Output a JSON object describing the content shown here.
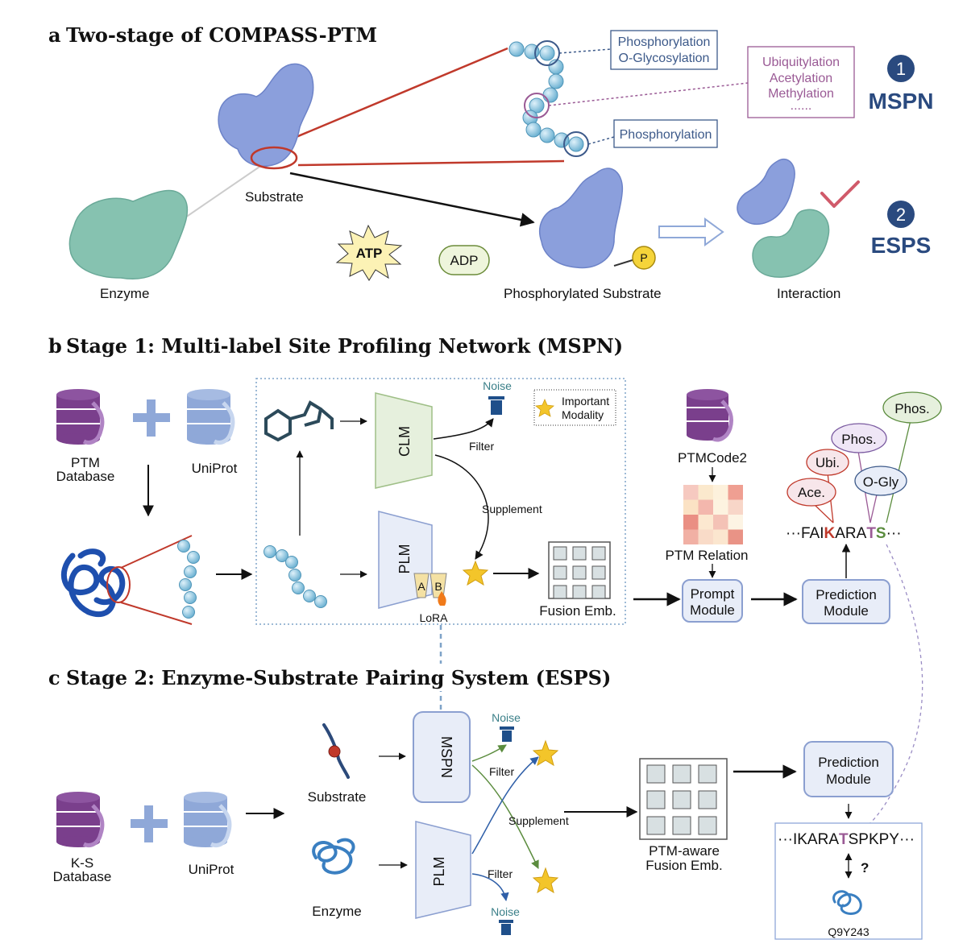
{
  "panel_a": {
    "letter": "a",
    "title": "Two-stage of COMPASS-PTM",
    "substrate": "Substrate",
    "enzyme": "Enzyme",
    "phosphorylated_substrate": "Phosphorylated Substrate",
    "interaction": "Interaction",
    "atp": "ATP",
    "adp": "ADP",
    "phospho_tag": "P",
    "box1": [
      "Phosphorylation",
      "O-Glycosylation"
    ],
    "box2": [
      "Ubiquitylation",
      "Acetylation",
      "Methylation",
      "......"
    ],
    "box3": "Phosphorylation",
    "stage1_num": "1",
    "stage1_name": "MSPN",
    "stage2_num": "2",
    "stage2_name": "ESPS"
  },
  "panel_b": {
    "letter": "b",
    "title": "Stage 1: Multi-label Site Profiling Network (MSPN)",
    "ptm_db": [
      "PTM",
      "Database"
    ],
    "uniprot": "UniProt",
    "noise": "Noise",
    "filter": "Filter",
    "supplement": "Supplement",
    "clm": "CLM",
    "plm": "PLM",
    "lora": "LoRA",
    "lora_a": "A",
    "lora_b": "B",
    "legend": [
      "Important",
      "Modality"
    ],
    "fusion": "Fusion Emb.",
    "ptmcode": "PTMCode2",
    "ptm_relation": "PTM Relation",
    "prompt_module": [
      "Prompt",
      "Module"
    ],
    "prediction_module": [
      "Prediction",
      "Module"
    ],
    "bubbles": [
      "Ace.",
      "Ubi.",
      "Phos.",
      "O-Gly",
      "Phos."
    ],
    "sequence": {
      "pre": "···FAI",
      "k": "K",
      "mid": "ARA",
      "t": "T",
      "s": "S",
      "post": "···"
    }
  },
  "panel_c": {
    "letter": "c",
    "title": "Stage 2: Enzyme-Substrate Pairing System (ESPS)",
    "ks_db": [
      "K-S",
      "Database"
    ],
    "uniprot": "UniProt",
    "substrate": "Substrate",
    "enzyme": "Enzyme",
    "mspn": "MSPN",
    "plm": "PLM",
    "noise": "Noise",
    "filter": "Filter",
    "supplement": "Supplement",
    "fusion": [
      "PTM-aware",
      "Fusion Emb."
    ],
    "prediction_module": [
      "Prediction",
      "Module"
    ],
    "sequence": {
      "pre": "···IKARA",
      "t": "T",
      "post": "SPKPY···"
    },
    "question": "?",
    "protein_id": "Q9Y243"
  },
  "colors": {
    "substrate": "#8b9fdc",
    "enzyme": "#86c2b0",
    "bead": "#8ec6e0",
    "ptm_blue": "#3d5a8a",
    "ptm_purple": "#9a5a95",
    "stage_blue": "#2a4a7f",
    "red_line": "#c0392b",
    "module_fill": "#e8edf8",
    "module_stroke": "#8b9fd0",
    "clm_fill": "#e6f0dd",
    "database_purple": "#7a3f8c",
    "database_blue": "#8fa8d8",
    "star": "#f3c52a"
  }
}
